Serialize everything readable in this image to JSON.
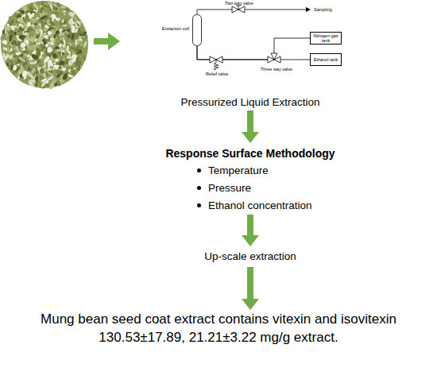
{
  "diagram": {
    "nodes": [
      {
        "text": [
          "Pressurized Liquid Extraction"
        ]
      },
      {
        "text": [
          "Extraction cell"
        ],
        "in": 0
      },
      {
        "text": [
          "Nitrogen gas tank"
        ],
        "in": 0
      },
      {
        "text": [
          "Ethanol tank"
        ],
        "in": 0
      },
      {
        "text": [
          "Response Surface Methodology",
          "Temperature",
          "Pressure",
          "Ethanol concentration"
        ]
      },
      {
        "text": [
          "Up-scale extraction"
        ]
      },
      {
        "text": [
          "Mung bean seed coat extract contains vitexin and isovitexin 130.53±17.89, 21.21±3.22 mg/g extract."
        ]
      }
    ],
    "edges": [
      {
        "from": 2,
        "to": 1,
        "arrow": "none"
      },
      {
        "from": 3,
        "to": 1,
        "arrow": "none"
      },
      {
        "from": 0,
        "to": 4,
        "arrow": "to"
      },
      {
        "from": 4,
        "to": 5,
        "arrow": "to"
      },
      {
        "from": 5,
        "to": 6,
        "arrow": "to"
      }
    ],
    "labels": [
      "Two way valve",
      "Sampling",
      "Relief valve",
      "Three way valve"
    ]
  }
}
